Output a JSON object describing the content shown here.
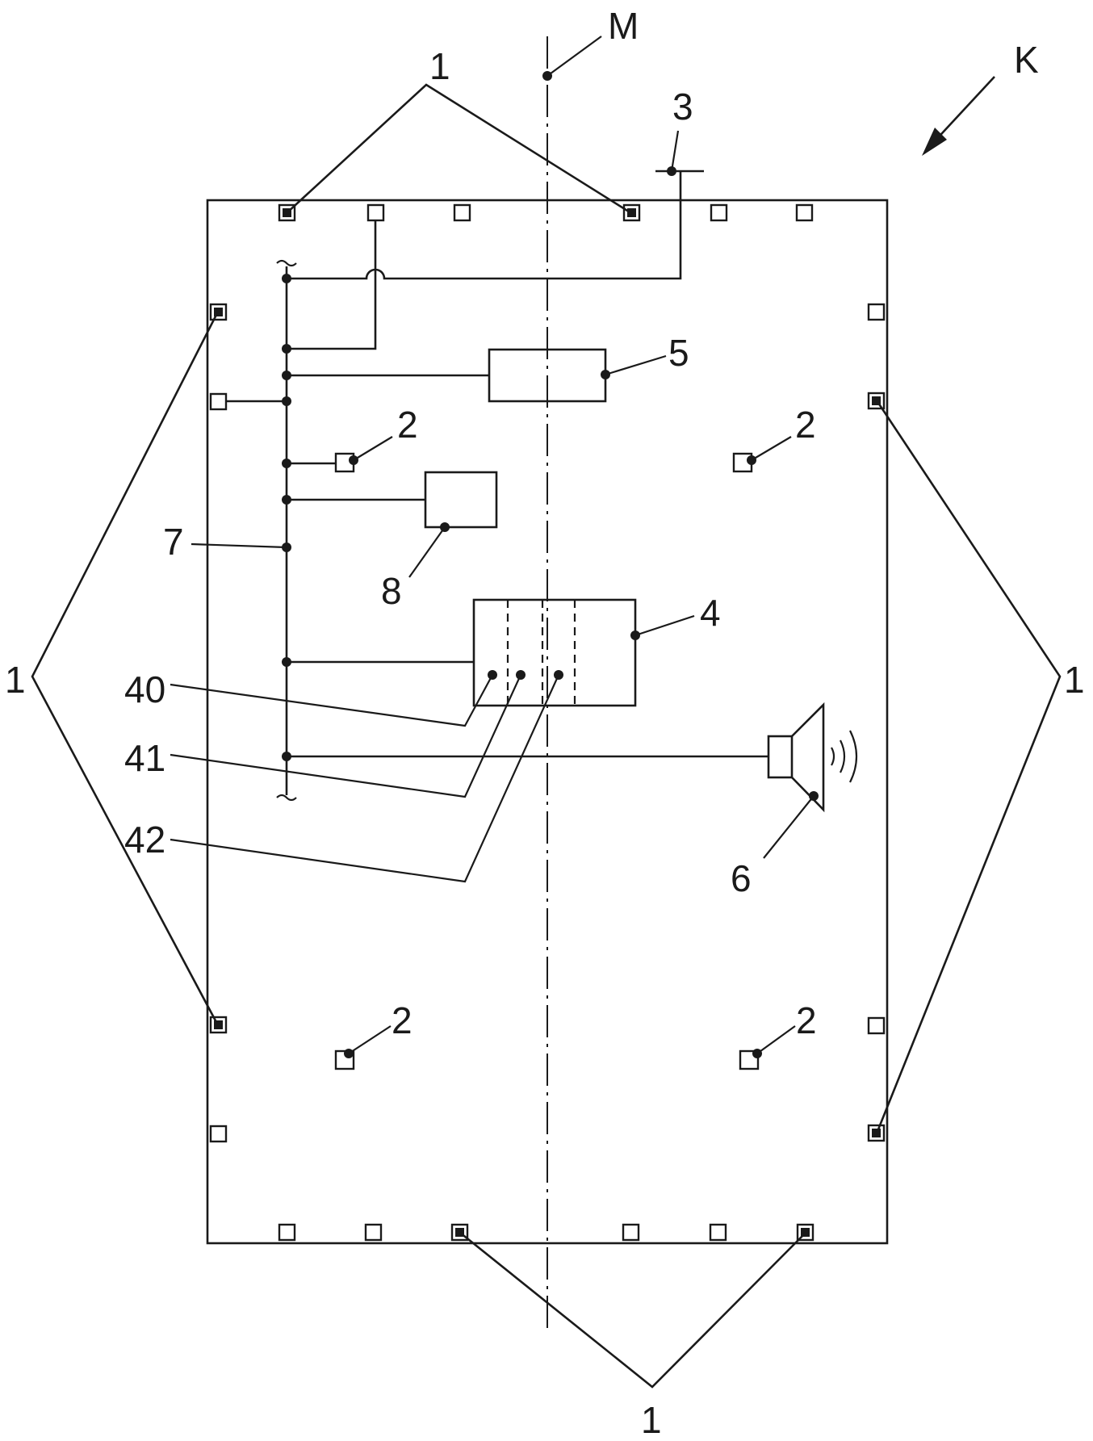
{
  "labels": {
    "sensor": "1",
    "element": "2",
    "antenna": "3",
    "unit": "4",
    "module": "5",
    "speaker": "6",
    "bus": "7",
    "device": "8",
    "sub_a": "40",
    "sub_b": "41",
    "sub_c": "42",
    "axis": "M",
    "direction": "K"
  },
  "icons": {
    "speaker": "speaker-icon",
    "arrow": "arrow-icon"
  }
}
